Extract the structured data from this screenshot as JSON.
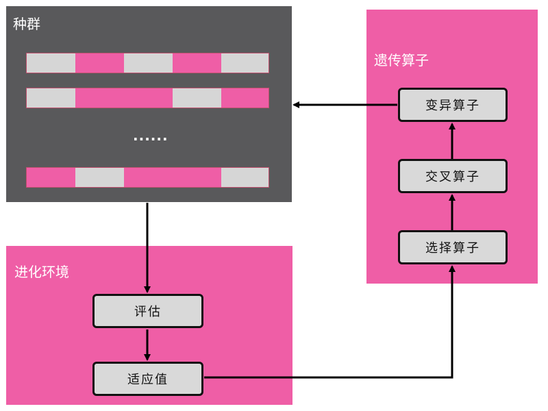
{
  "colors": {
    "population_bg": "#59595b",
    "pink": "#ef5ea6",
    "gene_gray": "#d6d6d6",
    "node_gray": "#d9d9d9",
    "arrow": "#000000"
  },
  "population": {
    "title": "种群",
    "ellipsis": "......",
    "chromosomes": [
      {
        "genes": [
          "gray",
          "pink",
          "gray",
          "pink",
          "gray"
        ]
      },
      {
        "genes": [
          "gray",
          "pink",
          "pink",
          "gray",
          "pink"
        ]
      },
      {
        "genes": [
          "pink",
          "gray",
          "pink",
          "pink",
          "gray"
        ]
      }
    ]
  },
  "genetic_operators": {
    "title": "遗传算子",
    "mutation": "变异算子",
    "crossover": "交叉算子",
    "selection": "选择算子"
  },
  "environment": {
    "title": "进化环境",
    "evaluate": "评估",
    "fitness": "适应值"
  }
}
